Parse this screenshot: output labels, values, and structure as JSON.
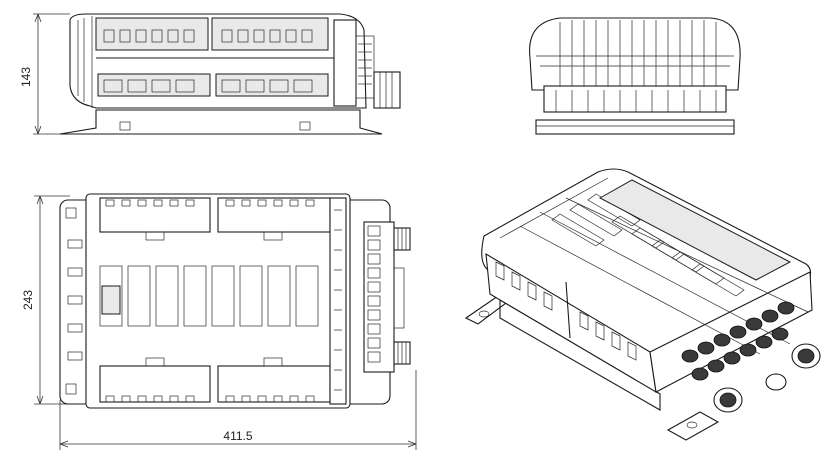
{
  "dimensions": {
    "side_height": "143",
    "top_height": "243",
    "top_length": "411.5"
  }
}
